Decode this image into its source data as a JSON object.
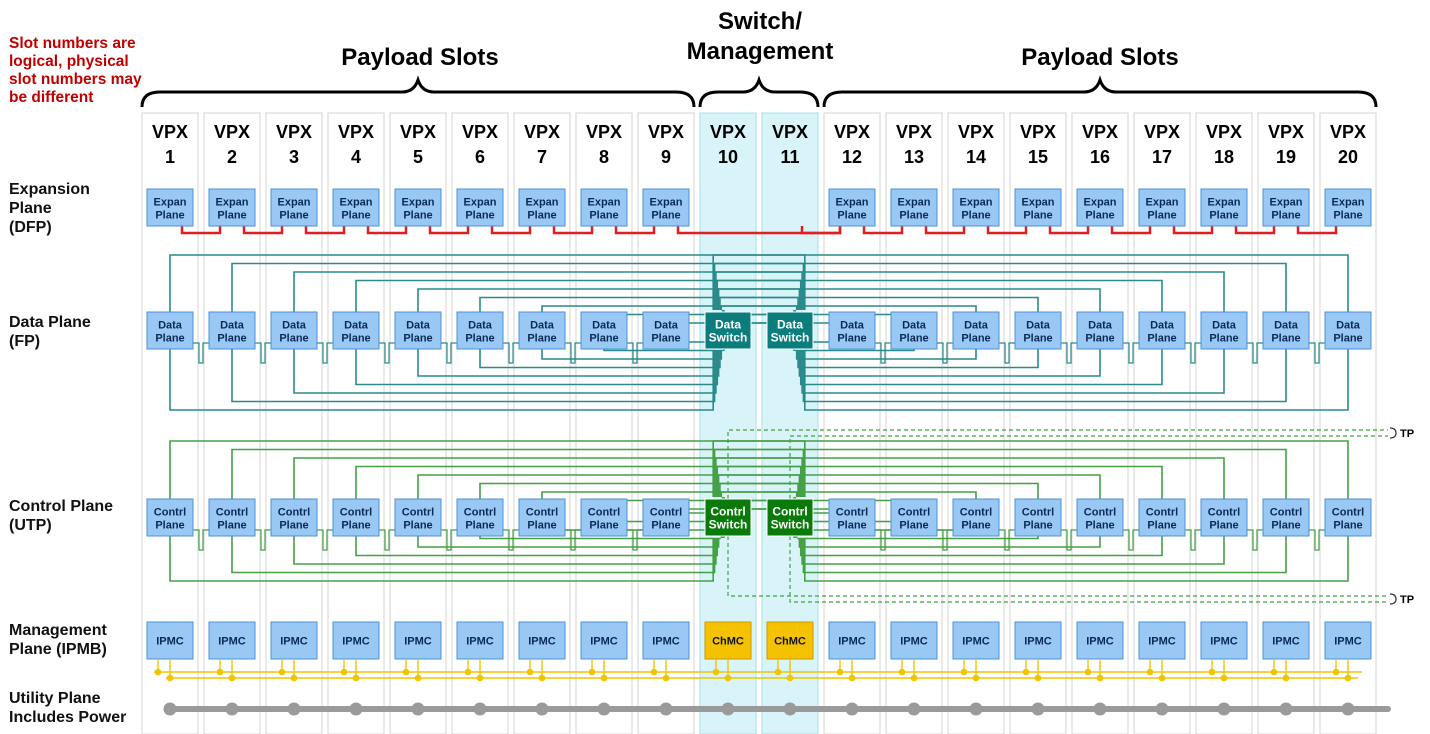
{
  "note": "Slot numbers are logical, physical slot numbers may be different",
  "headers": {
    "payload_left": "Payload Slots",
    "switch_mgmt_line1": "Switch/",
    "switch_mgmt_line2": "Management",
    "payload_right": "Payload Slots"
  },
  "slots": [
    {
      "label": "VPX",
      "num": "1"
    },
    {
      "label": "VPX",
      "num": "2"
    },
    {
      "label": "VPX",
      "num": "3"
    },
    {
      "label": "VPX",
      "num": "4"
    },
    {
      "label": "VPX",
      "num": "5"
    },
    {
      "label": "VPX",
      "num": "6"
    },
    {
      "label": "VPX",
      "num": "7"
    },
    {
      "label": "VPX",
      "num": "8"
    },
    {
      "label": "VPX",
      "num": "9"
    },
    {
      "label": "VPX",
      "num": "10",
      "switch": true
    },
    {
      "label": "VPX",
      "num": "11",
      "switch": true
    },
    {
      "label": "VPX",
      "num": "12"
    },
    {
      "label": "VPX",
      "num": "13"
    },
    {
      "label": "VPX",
      "num": "14"
    },
    {
      "label": "VPX",
      "num": "15"
    },
    {
      "label": "VPX",
      "num": "16"
    },
    {
      "label": "VPX",
      "num": "17"
    },
    {
      "label": "VPX",
      "num": "18"
    },
    {
      "label": "VPX",
      "num": "19"
    },
    {
      "label": "VPX",
      "num": "20"
    }
  ],
  "planes": {
    "expansion": {
      "label_lines": [
        "Expansion",
        "Plane",
        "(DFP)"
      ],
      "box": [
        "Expan",
        "Plane"
      ]
    },
    "data": {
      "label_lines": [
        "Data Plane",
        "(FP)"
      ],
      "box": [
        "Data",
        "Plane"
      ],
      "switch_box": [
        "Data",
        "Switch"
      ]
    },
    "control": {
      "label_lines": [
        "Control Plane",
        "(UTP)"
      ],
      "box": [
        "Contrl",
        "Plane"
      ],
      "switch_box": [
        "Contrl",
        "Switch"
      ]
    },
    "management": {
      "label_lines": [
        "Management",
        "Plane (IPMB)"
      ],
      "box": "IPMC",
      "switch_box": "ChMC"
    },
    "utility": {
      "label_lines": [
        "Utility Plane",
        "Includes Power"
      ]
    }
  },
  "tp_label": "TP",
  "colors": {
    "note": "#c00000",
    "box_fill": "#99c8f5",
    "box_stroke": "#4a90d9",
    "switch_column": "#d9f4f8",
    "data_switch": "#0b7d7d",
    "control_switch": "#0a7a0a",
    "chmc": "#f5c200",
    "expansion_link": "#e02020",
    "data_link": "#2a8a8a",
    "control_link": "#45a045",
    "ipmb_bus": "#f2c400",
    "power_bus": "#9a9a9a"
  }
}
